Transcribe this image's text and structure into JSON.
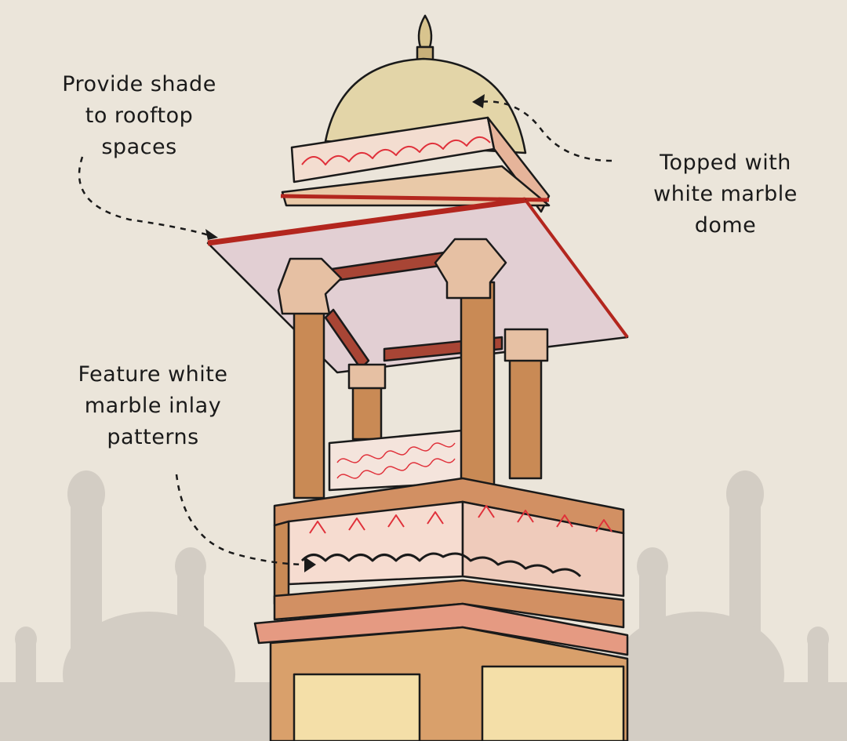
{
  "annotations": {
    "shade": {
      "lines": [
        "Provide shade",
        "to rooftop",
        "spaces"
      ]
    },
    "dome": {
      "lines": [
        "Topped with",
        "white marble",
        "dome"
      ]
    },
    "inlay": {
      "lines": [
        "Feature white",
        "marble inlay",
        "patterns"
      ]
    }
  },
  "colors": {
    "background": "#ebe5da",
    "silhouette": "#d3cdc4",
    "sandstone": "#c98a55",
    "red_trim": "#b3261e",
    "inlay_red": "#e0303a",
    "dome": "#e3d5a8",
    "canopy": "#e2cfd3"
  }
}
